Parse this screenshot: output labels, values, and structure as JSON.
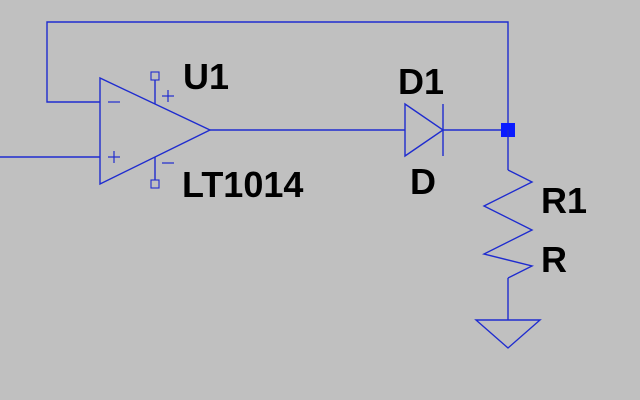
{
  "colors": {
    "background": "#c0c0c0",
    "wire": "#1f2ccf",
    "junction": "#0a1bff",
    "text": "#000000"
  },
  "schematic": {
    "opamp": {
      "ref": "U1",
      "value": "LT1014",
      "pin_signs": [
        "-",
        "+",
        "+",
        "-"
      ]
    },
    "diode": {
      "ref": "D1",
      "value": "D"
    },
    "resistor": {
      "ref": "R1",
      "value": "R"
    }
  }
}
